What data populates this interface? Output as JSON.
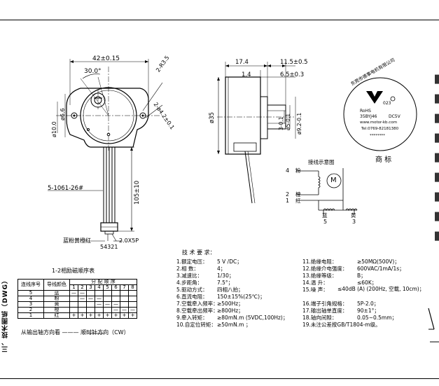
{
  "page": {
    "section_label": "三、技术图纸（DWG）"
  },
  "front_view": {
    "dim_width": "42±0.15",
    "dim_angle": "30.0°",
    "dim_holes": "2-R3.5",
    "dim_pitch": "2-ø4.2±0.1",
    "dim_left_a": "ø6.6",
    "dim_left_b": "ø10.0",
    "wire_spec": "5-1061-26#",
    "wire_length": "105±10",
    "wire_colors": "蓝粉黄橙红",
    "connector_pins": "54321",
    "connector_type": "2.0X5P"
  },
  "side_view": {
    "dim_overall": "17.4",
    "dim_shaft_len": "11.5±0.5",
    "dim_a": "1.4",
    "dim_b": "6.5±0.3",
    "dim_body_dia": "ø35",
    "dim_flat": "3-0.1",
    "dim_shaft": "ø5-0.1",
    "dim_boss": "ø9.2-0.1"
  },
  "label": {
    "company": "东莞市德事电机有限公司",
    "rohs": "RoHS",
    "model": "35BYJ46",
    "voltage": "DC5V",
    "url": "www.motor-kb.com",
    "tel": "Tel:0769-82181380",
    "serial": "********",
    "year": "023",
    "brand_title": "商   标"
  },
  "wiring": {
    "title": "接线示意图",
    "wire4": "4",
    "wire4_color": "粉",
    "wire2": "2",
    "wire2_color": "橙",
    "wire1": "1",
    "wire1_color": "红",
    "motor": "M",
    "bottom5_color": "蓝",
    "bottom5": "5",
    "bottom3_color": "黄",
    "bottom3": "3"
  },
  "specs": {
    "title": "技  术  要  求：",
    "left": [
      {
        "k": "1.额定电压：",
        "v": "5 V /DC；"
      },
      {
        "k": "2.相   数：",
        "v": "4；"
      },
      {
        "k": "3.减速比：",
        "v": "1/30；"
      },
      {
        "k": "4.步距角：",
        "v": "7.5°；"
      },
      {
        "k": "5.驱动方式：",
        "v": "四相八拍；"
      },
      {
        "k": "6.直流电阻：",
        "v": "150±15%(25℃)；"
      },
      {
        "k": "7.空载牵入频率：",
        "v": "≥500Hz；"
      },
      {
        "k": "8.空载牵出频率：",
        "v": "≥800Hz；"
      },
      {
        "k": "9.牵入转矩：",
        "v": "≥80mN.m (5VDC,100Hz)；"
      },
      {
        "k": "10.自定位转矩：",
        "v": "≥50mN.m    ；"
      }
    ],
    "right": [
      {
        "k": "11.绝缘电阻：",
        "v": "≥50MΩ(500V)；"
      },
      {
        "k": "12.绝缘介电强度：",
        "v": "600VAC/1mA/1s；"
      },
      {
        "k": "13.绝缘等级：",
        "v": "B；"
      },
      {
        "k": "14.温      升：",
        "v": "≤60K；"
      },
      {
        "k": "15.噪      声：",
        "v": "≤40dB (A) (200Hz, 空载, 10cm)；"
      },
      {
        "k": "16.端子引角规格：",
        "v": "5P-2.0；"
      },
      {
        "k": "17.输出轴单直度：",
        "v": "90±1°；"
      },
      {
        "k": "18.轴向间隙：",
        "v": "0.05~0.5mm；"
      },
      {
        "k": "19.未注公差按GB/T1804-m级。",
        "v": ""
      }
    ]
  },
  "sequence": {
    "title": "1-2相励磁顺序表",
    "col1": "连线序号",
    "col2": "导线颜色",
    "steps_header": "分 配 顺 序",
    "steps": [
      "1",
      "2",
      "3",
      "4",
      "5",
      "6",
      "7",
      "8"
    ],
    "rows": [
      {
        "no": "5",
        "color": "蓝",
        "marks": [
          "—",
          "—",
          "",
          "",
          "",
          "",
          "",
          ""
        ]
      },
      {
        "no": "4",
        "color": "粉",
        "marks": [
          "",
          "—",
          "—",
          "—",
          "",
          "",
          "",
          ""
        ]
      },
      {
        "no": "3",
        "color": "黄",
        "marks": [
          "",
          "",
          "",
          "—",
          "—",
          "—",
          "",
          ""
        ]
      },
      {
        "no": "2",
        "color": "橙",
        "marks": [
          "",
          "",
          "",
          "",
          "",
          "—",
          "—",
          "—"
        ]
      },
      {
        "no": "1",
        "color": "红",
        "marks": [
          "+",
          "+",
          "+",
          "+",
          "+",
          "+",
          "+",
          "+"
        ]
      }
    ],
    "direction": "从输出轴方向看 ——— 顺时针方向（CW）"
  }
}
